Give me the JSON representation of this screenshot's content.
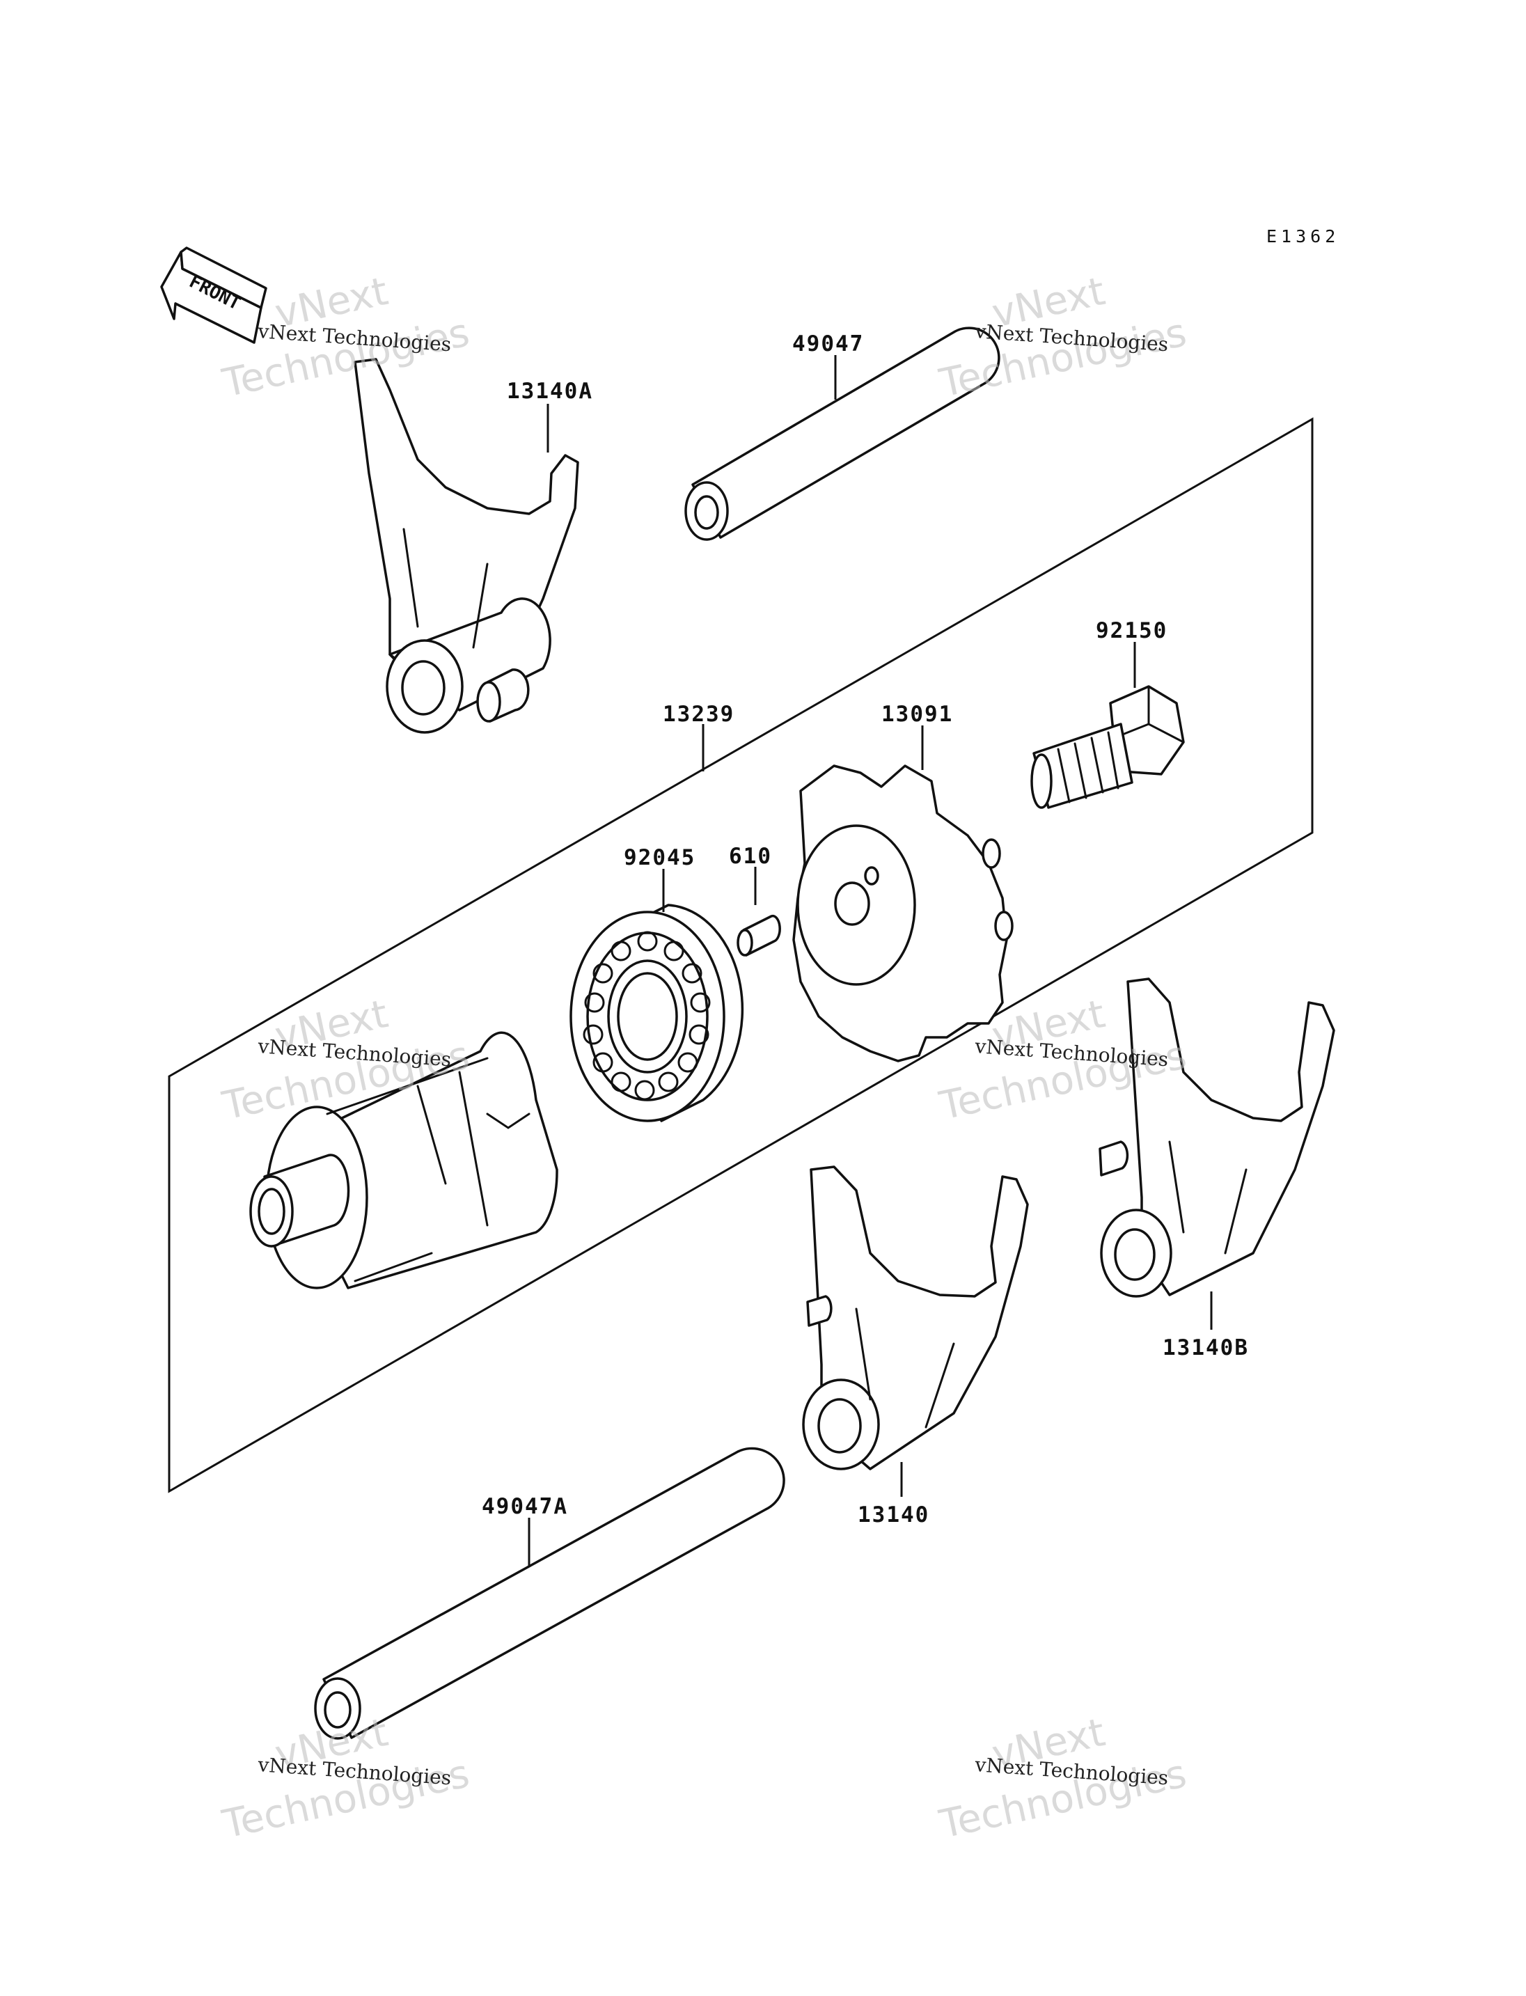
{
  "diagram_code": "E1362",
  "front_label": "FRONT",
  "watermark": {
    "small": "vNext Technologies",
    "big_line1": "vNext",
    "big_line2": "Technologies"
  },
  "parts": {
    "p13140A": "13140A",
    "p49047": "49047",
    "p92150": "92150",
    "p13239": "13239",
    "p13091": "13091",
    "p92045": "92045",
    "p610": "610",
    "p13140B": "13140B",
    "p13140": "13140",
    "p49047A": "49047A"
  }
}
